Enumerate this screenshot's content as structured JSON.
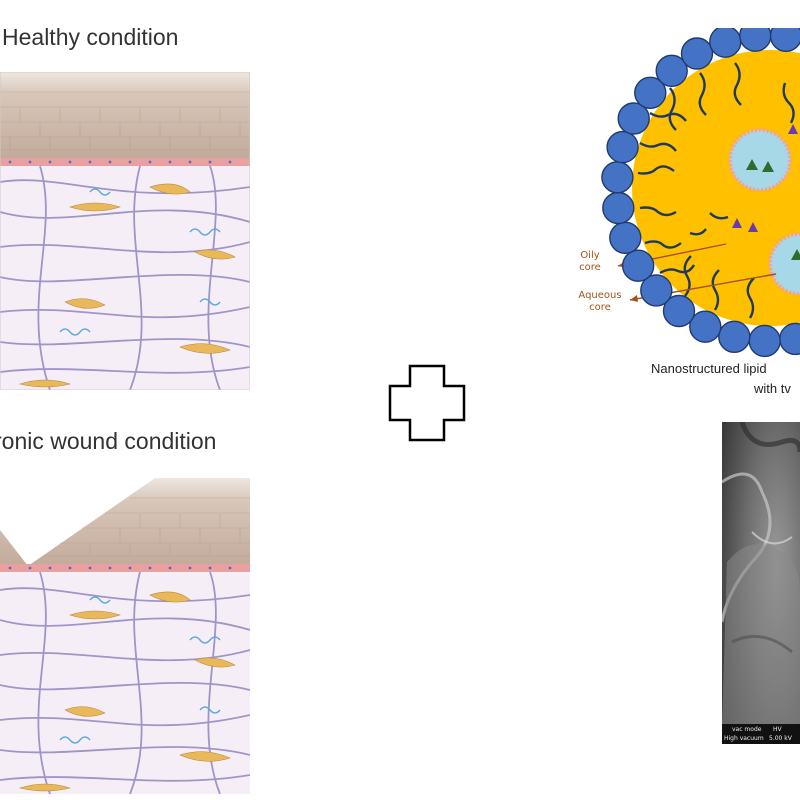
{
  "panels": {
    "healthy": {
      "title": "Healthy condition"
    },
    "wound": {
      "title": "ronic wound condition"
    }
  },
  "nanoparticle": {
    "labels": {
      "oily": [
        "Oily",
        "core"
      ],
      "aqueous": [
        "Aqueous",
        "core"
      ]
    },
    "caption": [
      "Nanostructured lipid",
      "with tv"
    ]
  },
  "sem": {
    "info": {
      "mode_header": "vac mode",
      "mode_value": "High vacuum",
      "hv_header": "HV",
      "hv_value": "5.00 kV"
    }
  },
  "colors": {
    "epidermis": "#c9b4a4",
    "basal": "#e8a0a0",
    "dermis": "#f6eef6",
    "fiber": "#8f86c0",
    "cell": "#e9b85a",
    "lipid_head": "#4472c4",
    "lipid_core": "#ffc000",
    "aqueous": "#a7d8e8"
  },
  "icons": {
    "plus": "plus-outline-icon"
  }
}
